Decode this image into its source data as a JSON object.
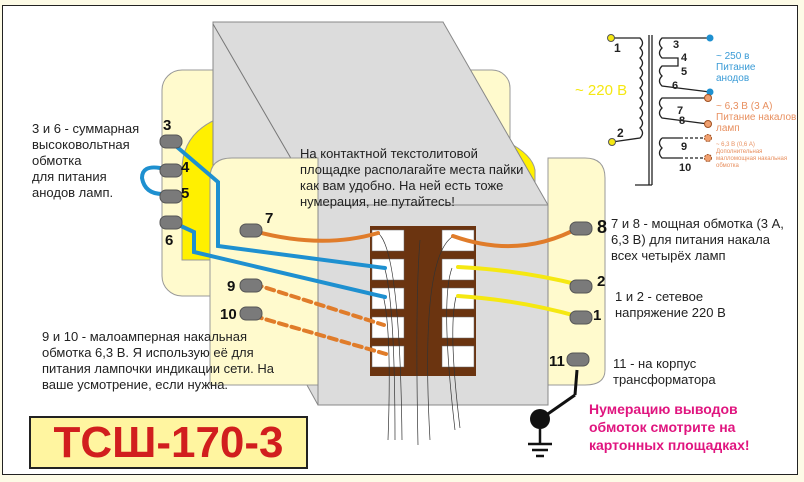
{
  "title": "ТСШ-170-3",
  "colors": {
    "blue_wire": "#1e90d0",
    "orange_wire": "#e07c2a",
    "yellow_wire": "#f5e812",
    "title_red": "#d11e1e",
    "note_pink": "#e0157f",
    "core_gray": "#dcdcdc",
    "coil_yellow": "#fff000",
    "cardboard": "#fffacd",
    "pcb_brown": "#6b3410"
  },
  "pins_left": [
    {
      "num": "3"
    },
    {
      "num": "4"
    },
    {
      "num": "5"
    },
    {
      "num": "6"
    }
  ],
  "pins_front_left": [
    {
      "num": "7"
    },
    {
      "num": "9"
    },
    {
      "num": "10"
    }
  ],
  "pins_front_right": [
    {
      "num": "8"
    },
    {
      "num": "2"
    },
    {
      "num": "1"
    },
    {
      "num": "11"
    }
  ],
  "notes": {
    "anode": "3 и 6 - суммарная\nвысоковольтная\nобмотка\nдля питания\nанодов ламп.",
    "pcb": "На контактной текстолитовой\nплощадке располагайте места пайки\nкак вам удобно. На ней есть тоже\nнумерация, не путайтесь!",
    "heater": "7 и 8 - мощная обмотка (3 А,\n6,3 В) для питания накала\nвсех четырёх ламп",
    "mains": "1 и 2 - сетевое\nнапряжение 220 В",
    "ground": "11 - на корпус\nтрансформатора",
    "aux": "9 и 10 - малоамперная накальная\nобмотка 6,3 В. Я использую её для\nпитания лампочки индикации сети. На\nваше усмотрение, если нужна.",
    "warning": "Нумерацию выводов\nобмоток смотрите на\nкартонных площадках!"
  },
  "schematic": {
    "primary_label": "~ 220 В",
    "primary_pins": [
      "1",
      "2"
    ],
    "secondary_pins": [
      "3",
      "4",
      "5",
      "6",
      "7",
      "8",
      "9",
      "10"
    ],
    "anode_label": "~ 250 в\nПитание\nанодов",
    "heater_label": "~ 6,3 В (3 А)\nПитание накалов\nламп",
    "aux_label": "~ 6,3 В (0,6 А)\nДополнительная\nмалломощная накальная\nобмотка"
  }
}
